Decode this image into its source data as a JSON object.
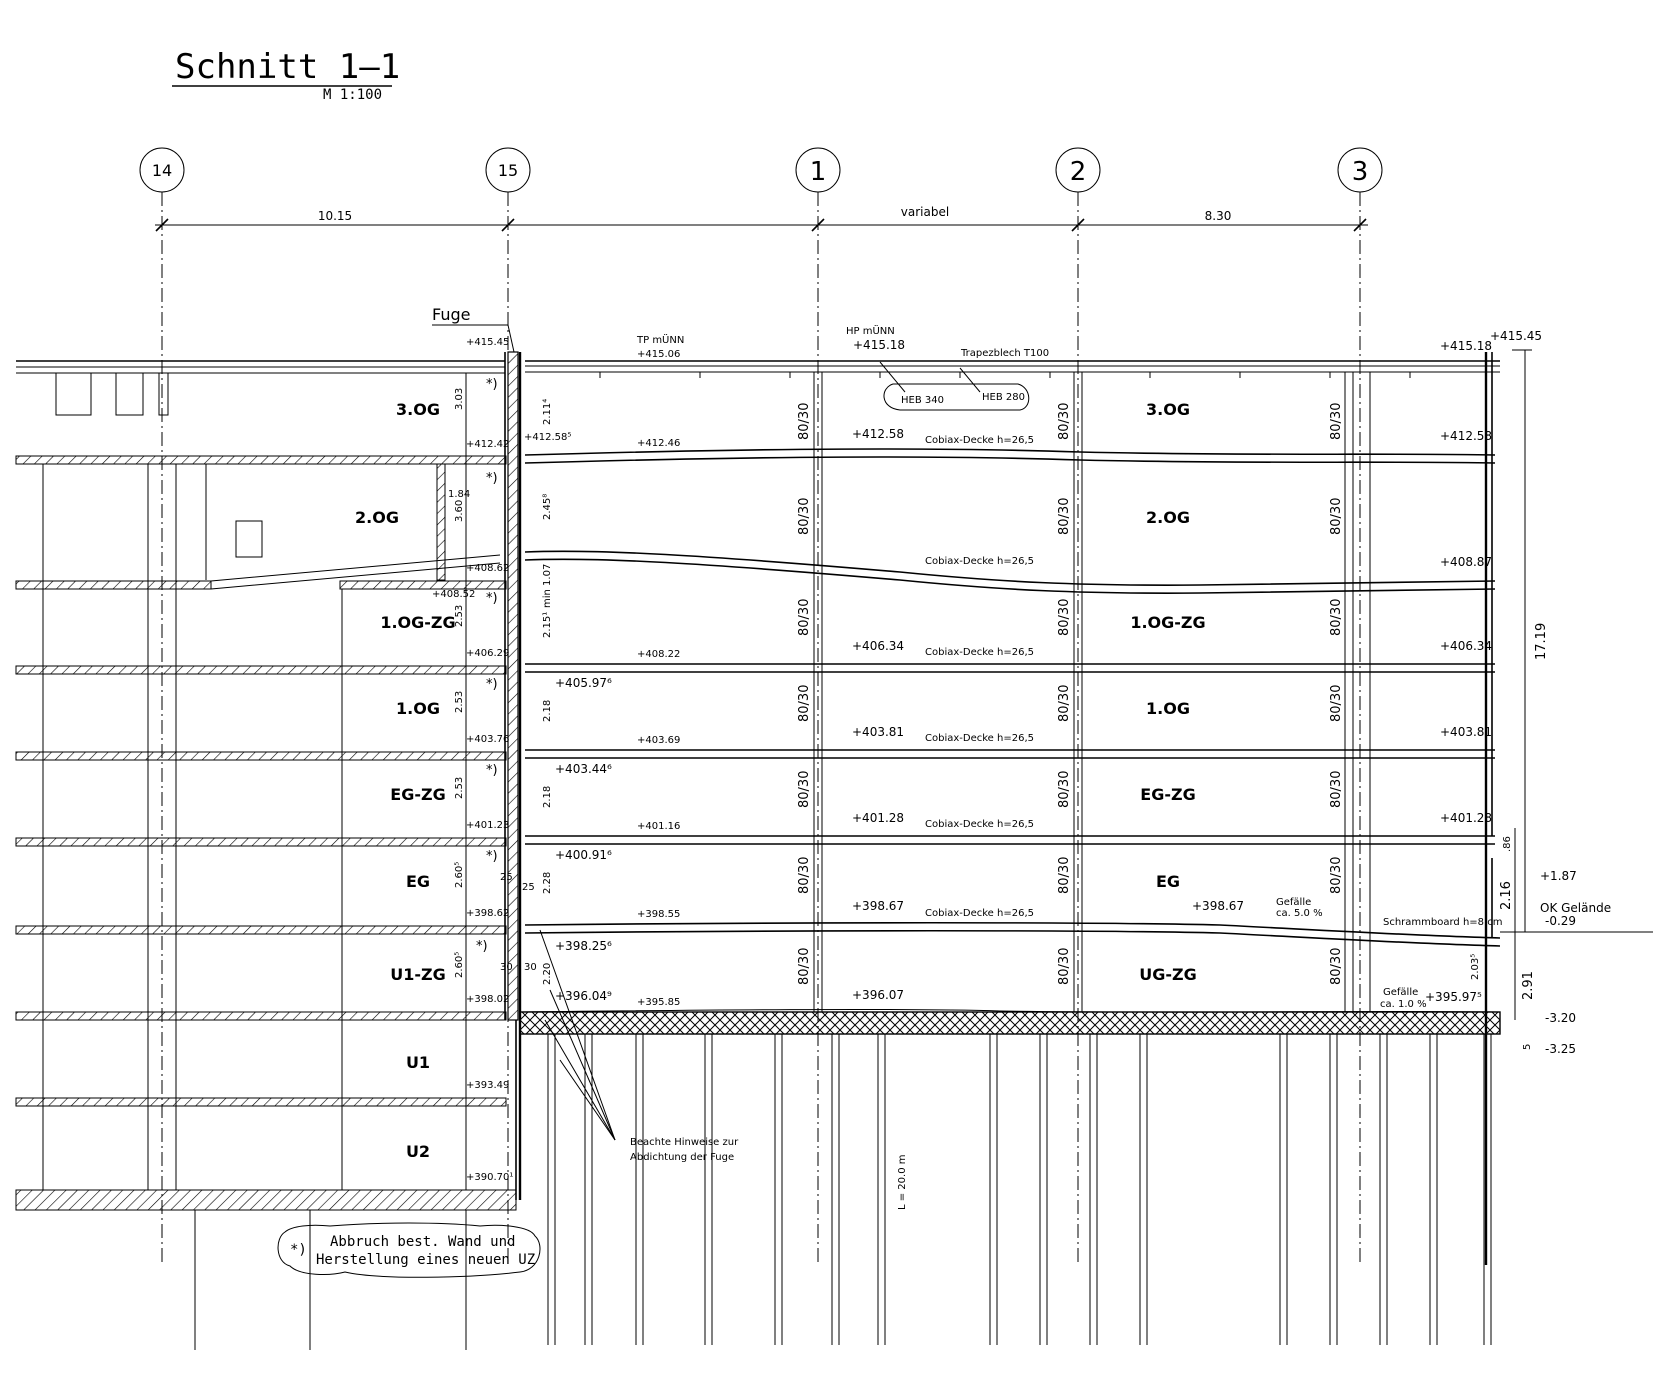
{
  "title": "Schnitt 1–1",
  "scale": "M  1:100",
  "axes": [
    "14",
    "15",
    "1",
    "2",
    "3"
  ],
  "dims": {
    "d_14_15": "10.15",
    "d_15_1": "variabel",
    "d_2_3": "8.30"
  },
  "fuge": "Fuge",
  "tp": {
    "label": "TP mÜNN",
    "value": "+415.06"
  },
  "hp": {
    "label": "HP mÜNN",
    "value": "+415.18"
  },
  "trapez": "Trapezblech T100",
  "heb340": "HEB 340",
  "heb280": "HEB 280",
  "floors_new": [
    "3.OG",
    "2.OG",
    "1.OG-ZG",
    "1.OG",
    "EG-ZG",
    "EG",
    "UG-ZG"
  ],
  "floors_old": [
    "3.OG",
    "2.OG",
    "1.OG-ZG",
    "1.OG",
    "EG-ZG",
    "EG",
    "U1-ZG",
    "U1",
    "U2"
  ],
  "slab_label": "Cobiax-Decke h=26,5",
  "column_label": "80/30",
  "levels_right": [
    "+415.18",
    "+412.58",
    "+408.87",
    "+406.34",
    "+403.81",
    "+401.28",
    "+395.97⁵"
  ],
  "levels_mid": [
    "+412.58",
    "+406.34",
    "+403.81",
    "+401.28",
    "+398.67",
    "+398.67",
    "+396.07"
  ],
  "levels_left_small": [
    "+412.46",
    "+408.22",
    "+403.69",
    "+401.16",
    "+398.55",
    "+395.85"
  ],
  "levels_stair": [
    "+405.97⁶",
    "+403.44⁶",
    "+400.91⁶",
    "+398.25⁶",
    "+396.04⁹",
    "+412.58⁵"
  ],
  "levels_old": [
    "+415.45",
    "+412.42",
    "+408.62",
    "+408.52",
    "+406.29",
    "+403.76",
    "+401.23",
    "+398.62",
    "+398.02",
    "+393.49",
    "+390.70¹"
  ],
  "heights_old": [
    "3.03",
    "3.60",
    "2.53",
    "2.53",
    "2.53",
    "2.60⁵",
    "2.60⁵"
  ],
  "heights_new": [
    "2.11⁴",
    "2.45⁸",
    "2.15¹",
    "2.18",
    "2.18",
    "2.28",
    "2.20"
  ],
  "mini": [
    "min 1.07",
    "1.84",
    "25",
    "25",
    "30",
    "30"
  ],
  "top_right": "+415.45",
  "overall_h": "17.19",
  "h86": ".86",
  "h216": "2.16",
  "h291": "2.91",
  "h5": "5",
  "h2035": "2.03⁵",
  "lvl_187": "+1.87",
  "ok_gel": "OK Gelände",
  "lvl_029": "-0.29",
  "lvl_320": "-3.20",
  "lvl_325": "-3.25",
  "gefaelle1": "Gefälle",
  "gefaelle1_v": "ca. 5.0 %",
  "gefaelle2": "Gefälle",
  "gefaelle2_v": "ca. 1.0 %",
  "schramm": "Schrammboard h=8 cm",
  "pile_len": "L = 20.0 m",
  "fuge_note_1": "Beachte Hinweise zur",
  "fuge_note_2": "Abdichtung der Fuge",
  "star": "*)",
  "footnote_1": "Abbruch best. Wand und",
  "footnote_2": "Herstellung eines neuen UZ"
}
